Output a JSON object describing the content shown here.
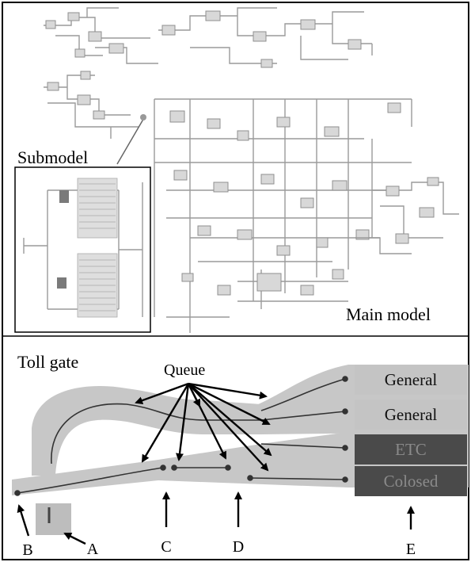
{
  "labels": {
    "submodel": "Submodel",
    "main_model": "Main model",
    "toll_gate": "Toll gate",
    "queue": "Queue"
  },
  "lanes": [
    {
      "label": "General"
    },
    {
      "label": "General"
    },
    {
      "label": "ETC"
    },
    {
      "label": "Colosed"
    }
  ],
  "markers": [
    "A",
    "B",
    "C",
    "D",
    "E"
  ],
  "colors": {
    "road": "#c7c7c7",
    "lane_general": "#c4c4c4",
    "lane_dark": "#4a4a4a",
    "wire": "#9a9a9a"
  }
}
